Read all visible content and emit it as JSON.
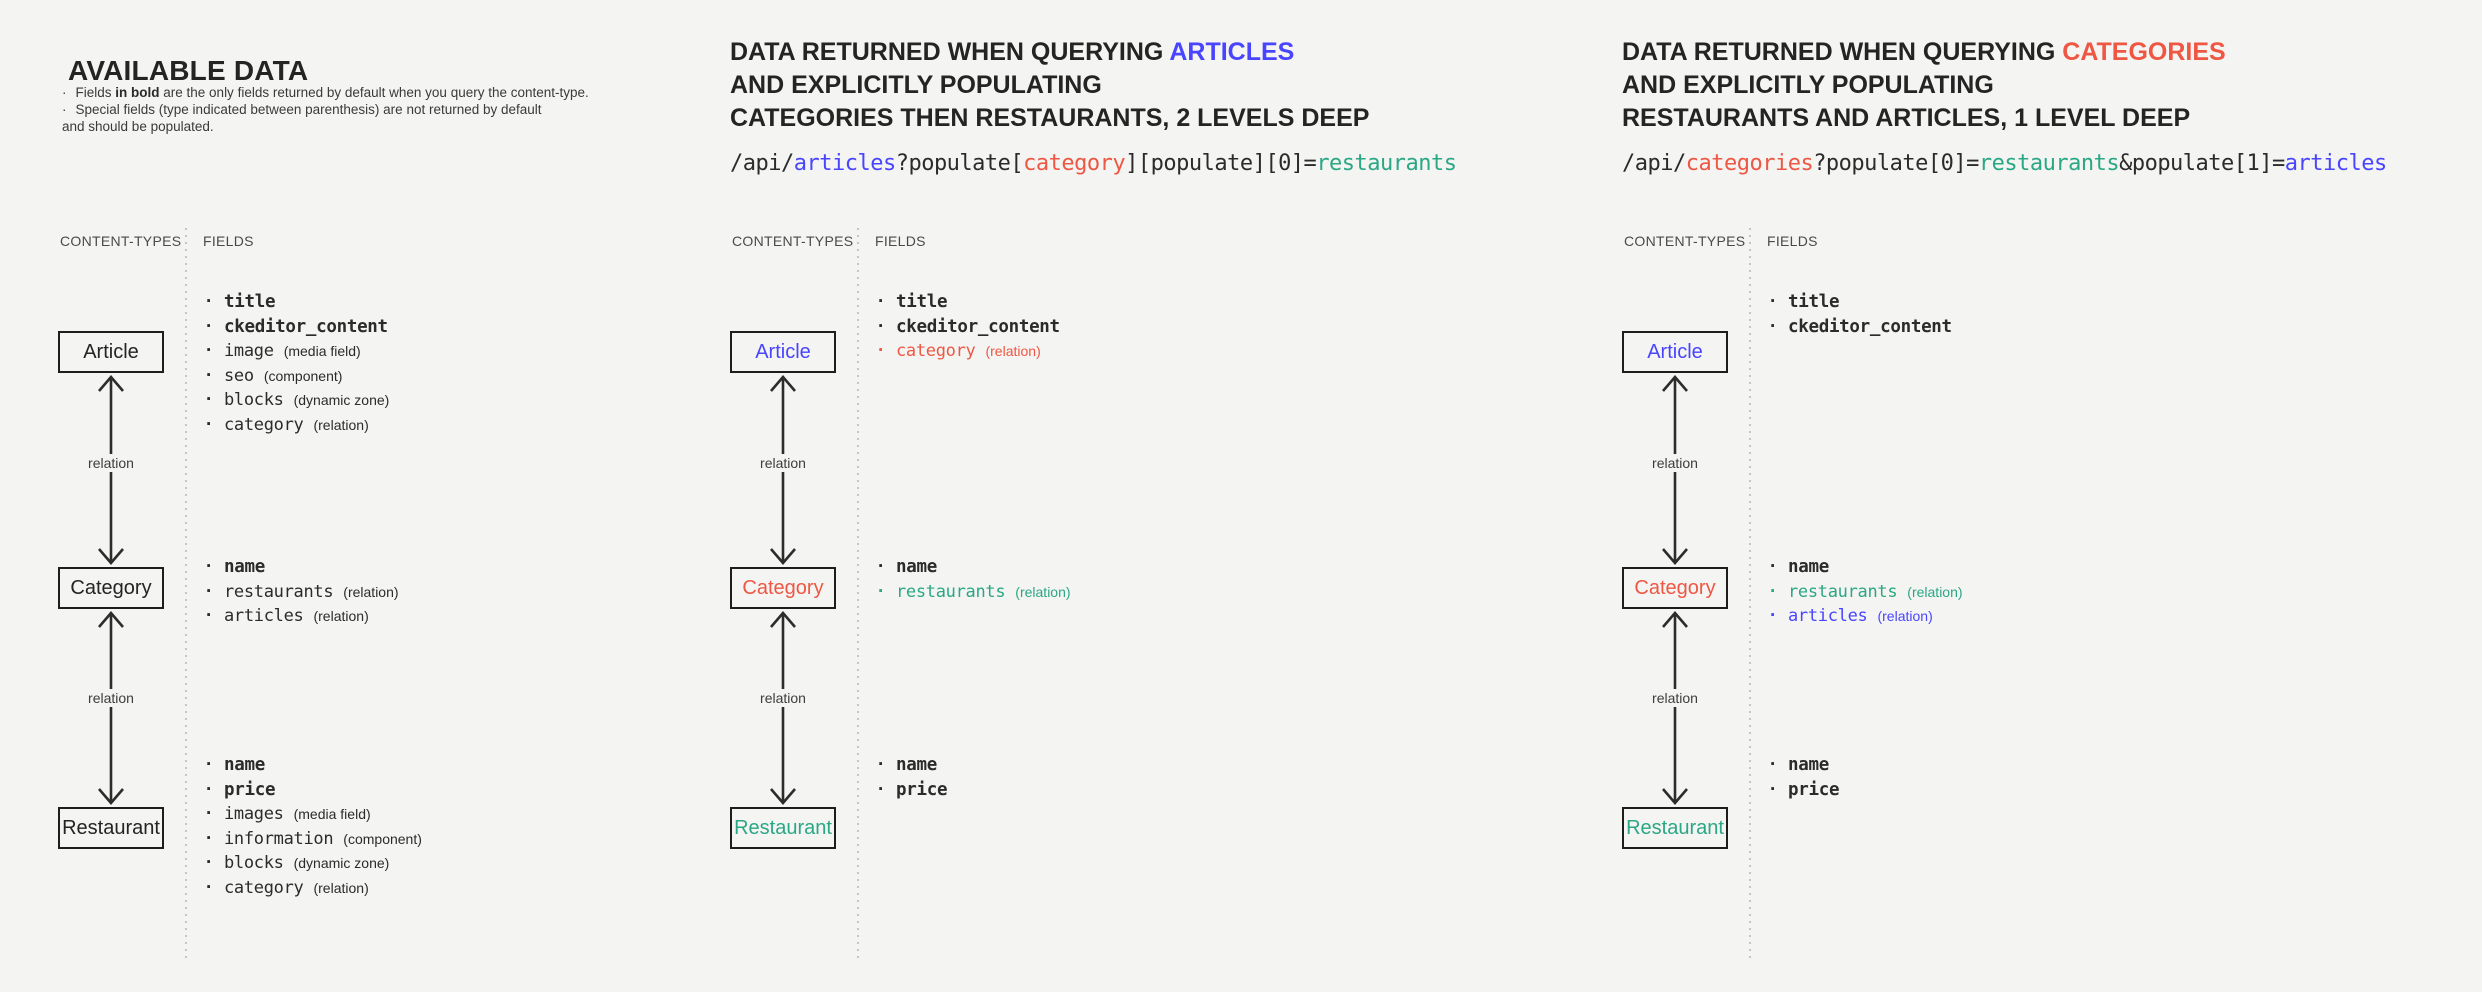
{
  "colors": {
    "background": "#f4f4f2",
    "text": "#242424",
    "muted": "#4a4a4a",
    "blue": "#4945ff",
    "red": "#ee5743",
    "teal": "#2aa784"
  },
  "panels": [
    {
      "title": {
        "line1_pre": "AVAILABLE DATA",
        "line1_highlight": "",
        "highlight_color": "",
        "line2": "",
        "line3": ""
      },
      "notes": {
        "bullet": "·",
        "note1_pre": "Fields ",
        "note1_bold": "in bold",
        "note1_post": " are the only fields returned by default when you query the content-type.",
        "note2_line1": "Special fields (type indicated between parenthesis) are not returned by default",
        "note2_line2": "and should be populated."
      },
      "columns": {
        "left": "CONTENT-TYPES",
        "right": "FIELDS"
      },
      "edge_labels": [
        "relation",
        "relation"
      ],
      "bullet": "·",
      "nodes": [
        {
          "label": "Article",
          "label_color": "text",
          "fields": [
            {
              "name": "title",
              "type": "",
              "bold": true,
              "color": "text"
            },
            {
              "name": "ckeditor_content",
              "type": "",
              "bold": true,
              "color": "text"
            },
            {
              "name": "image",
              "type": "(media field)",
              "bold": false,
              "color": "text"
            },
            {
              "name": "seo",
              "type": "(component)",
              "bold": false,
              "color": "text"
            },
            {
              "name": "blocks",
              "type": "(dynamic zone)",
              "bold": false,
              "color": "text"
            },
            {
              "name": "category",
              "type": "(relation)",
              "bold": false,
              "color": "text"
            }
          ]
        },
        {
          "label": "Category",
          "label_color": "text",
          "fields": [
            {
              "name": "name",
              "type": "",
              "bold": true,
              "color": "text"
            },
            {
              "name": "restaurants",
              "type": "(relation)",
              "bold": false,
              "color": "text"
            },
            {
              "name": "articles",
              "type": "(relation)",
              "bold": false,
              "color": "text"
            }
          ]
        },
        {
          "label": "Restaurant",
          "label_color": "text",
          "fields": [
            {
              "name": "name",
              "type": "",
              "bold": true,
              "color": "text"
            },
            {
              "name": "price",
              "type": "",
              "bold": true,
              "color": "text"
            },
            {
              "name": "images",
              "type": "(media field)",
              "bold": false,
              "color": "text"
            },
            {
              "name": "information",
              "type": "(component)",
              "bold": false,
              "color": "text"
            },
            {
              "name": "blocks",
              "type": "(dynamic zone)",
              "bold": false,
              "color": "text"
            },
            {
              "name": "category",
              "type": "(relation)",
              "bold": false,
              "color": "text"
            }
          ]
        }
      ]
    },
    {
      "title": {
        "line1_pre": "DATA RETURNED WHEN QUERYING ",
        "line1_highlight": "ARTICLES",
        "highlight_color": "blue",
        "line2": "AND EXPLICITLY POPULATING",
        "line3": "CATEGORIES THEN RESTAURANTS, 2 LEVELS DEEP"
      },
      "code": [
        {
          "text": "/api/",
          "color": "text"
        },
        {
          "text": "articles",
          "color": "blue"
        },
        {
          "text": "?populate[",
          "color": "text"
        },
        {
          "text": "category",
          "color": "red"
        },
        {
          "text": "][populate][0]=",
          "color": "text"
        },
        {
          "text": "restaurants",
          "color": "teal"
        }
      ],
      "columns": {
        "left": "CONTENT-TYPES",
        "right": "FIELDS"
      },
      "edge_labels": [
        "relation",
        "relation"
      ],
      "bullet": "·",
      "nodes": [
        {
          "label": "Article",
          "label_color": "blue",
          "fields": [
            {
              "name": "title",
              "type": "",
              "bold": true,
              "color": "text"
            },
            {
              "name": "ckeditor_content",
              "type": "",
              "bold": true,
              "color": "text"
            },
            {
              "name": "category",
              "type": "(relation)",
              "bold": false,
              "color": "red"
            }
          ]
        },
        {
          "label": "Category",
          "label_color": "red",
          "fields": [
            {
              "name": "name",
              "type": "",
              "bold": true,
              "color": "text"
            },
            {
              "name": "restaurants",
              "type": "(relation)",
              "bold": false,
              "color": "teal"
            }
          ]
        },
        {
          "label": "Restaurant",
          "label_color": "teal",
          "fields": [
            {
              "name": "name",
              "type": "",
              "bold": true,
              "color": "text"
            },
            {
              "name": "price",
              "type": "",
              "bold": true,
              "color": "text"
            }
          ]
        }
      ]
    },
    {
      "title": {
        "line1_pre": "DATA RETURNED WHEN QUERYING ",
        "line1_highlight": "CATEGORIES",
        "highlight_color": "red",
        "line2": "AND EXPLICITLY POPULATING",
        "line3": "RESTAURANTS AND ARTICLES, 1 LEVEL DEEP"
      },
      "code": [
        {
          "text": "/api/",
          "color": "text"
        },
        {
          "text": "categories",
          "color": "red"
        },
        {
          "text": "?populate[0]=",
          "color": "text"
        },
        {
          "text": "restaurants",
          "color": "teal"
        },
        {
          "text": "&populate[1]=",
          "color": "text"
        },
        {
          "text": "articles",
          "color": "blue"
        }
      ],
      "columns": {
        "left": "CONTENT-TYPES",
        "right": "FIELDS"
      },
      "edge_labels": [
        "relation",
        "relation"
      ],
      "bullet": "·",
      "nodes": [
        {
          "label": "Article",
          "label_color": "blue",
          "fields": [
            {
              "name": "title",
              "type": "",
              "bold": true,
              "color": "text"
            },
            {
              "name": "ckeditor_content",
              "type": "",
              "bold": true,
              "color": "text"
            }
          ]
        },
        {
          "label": "Category",
          "label_color": "red",
          "fields": [
            {
              "name": "name",
              "type": "",
              "bold": true,
              "color": "text"
            },
            {
              "name": "restaurants",
              "type": "(relation)",
              "bold": false,
              "color": "teal"
            },
            {
              "name": "articles",
              "type": "(relation)",
              "bold": false,
              "color": "blue"
            }
          ]
        },
        {
          "label": "Restaurant",
          "label_color": "teal",
          "fields": [
            {
              "name": "name",
              "type": "",
              "bold": true,
              "color": "text"
            },
            {
              "name": "price",
              "type": "",
              "bold": true,
              "color": "text"
            }
          ]
        }
      ]
    }
  ]
}
